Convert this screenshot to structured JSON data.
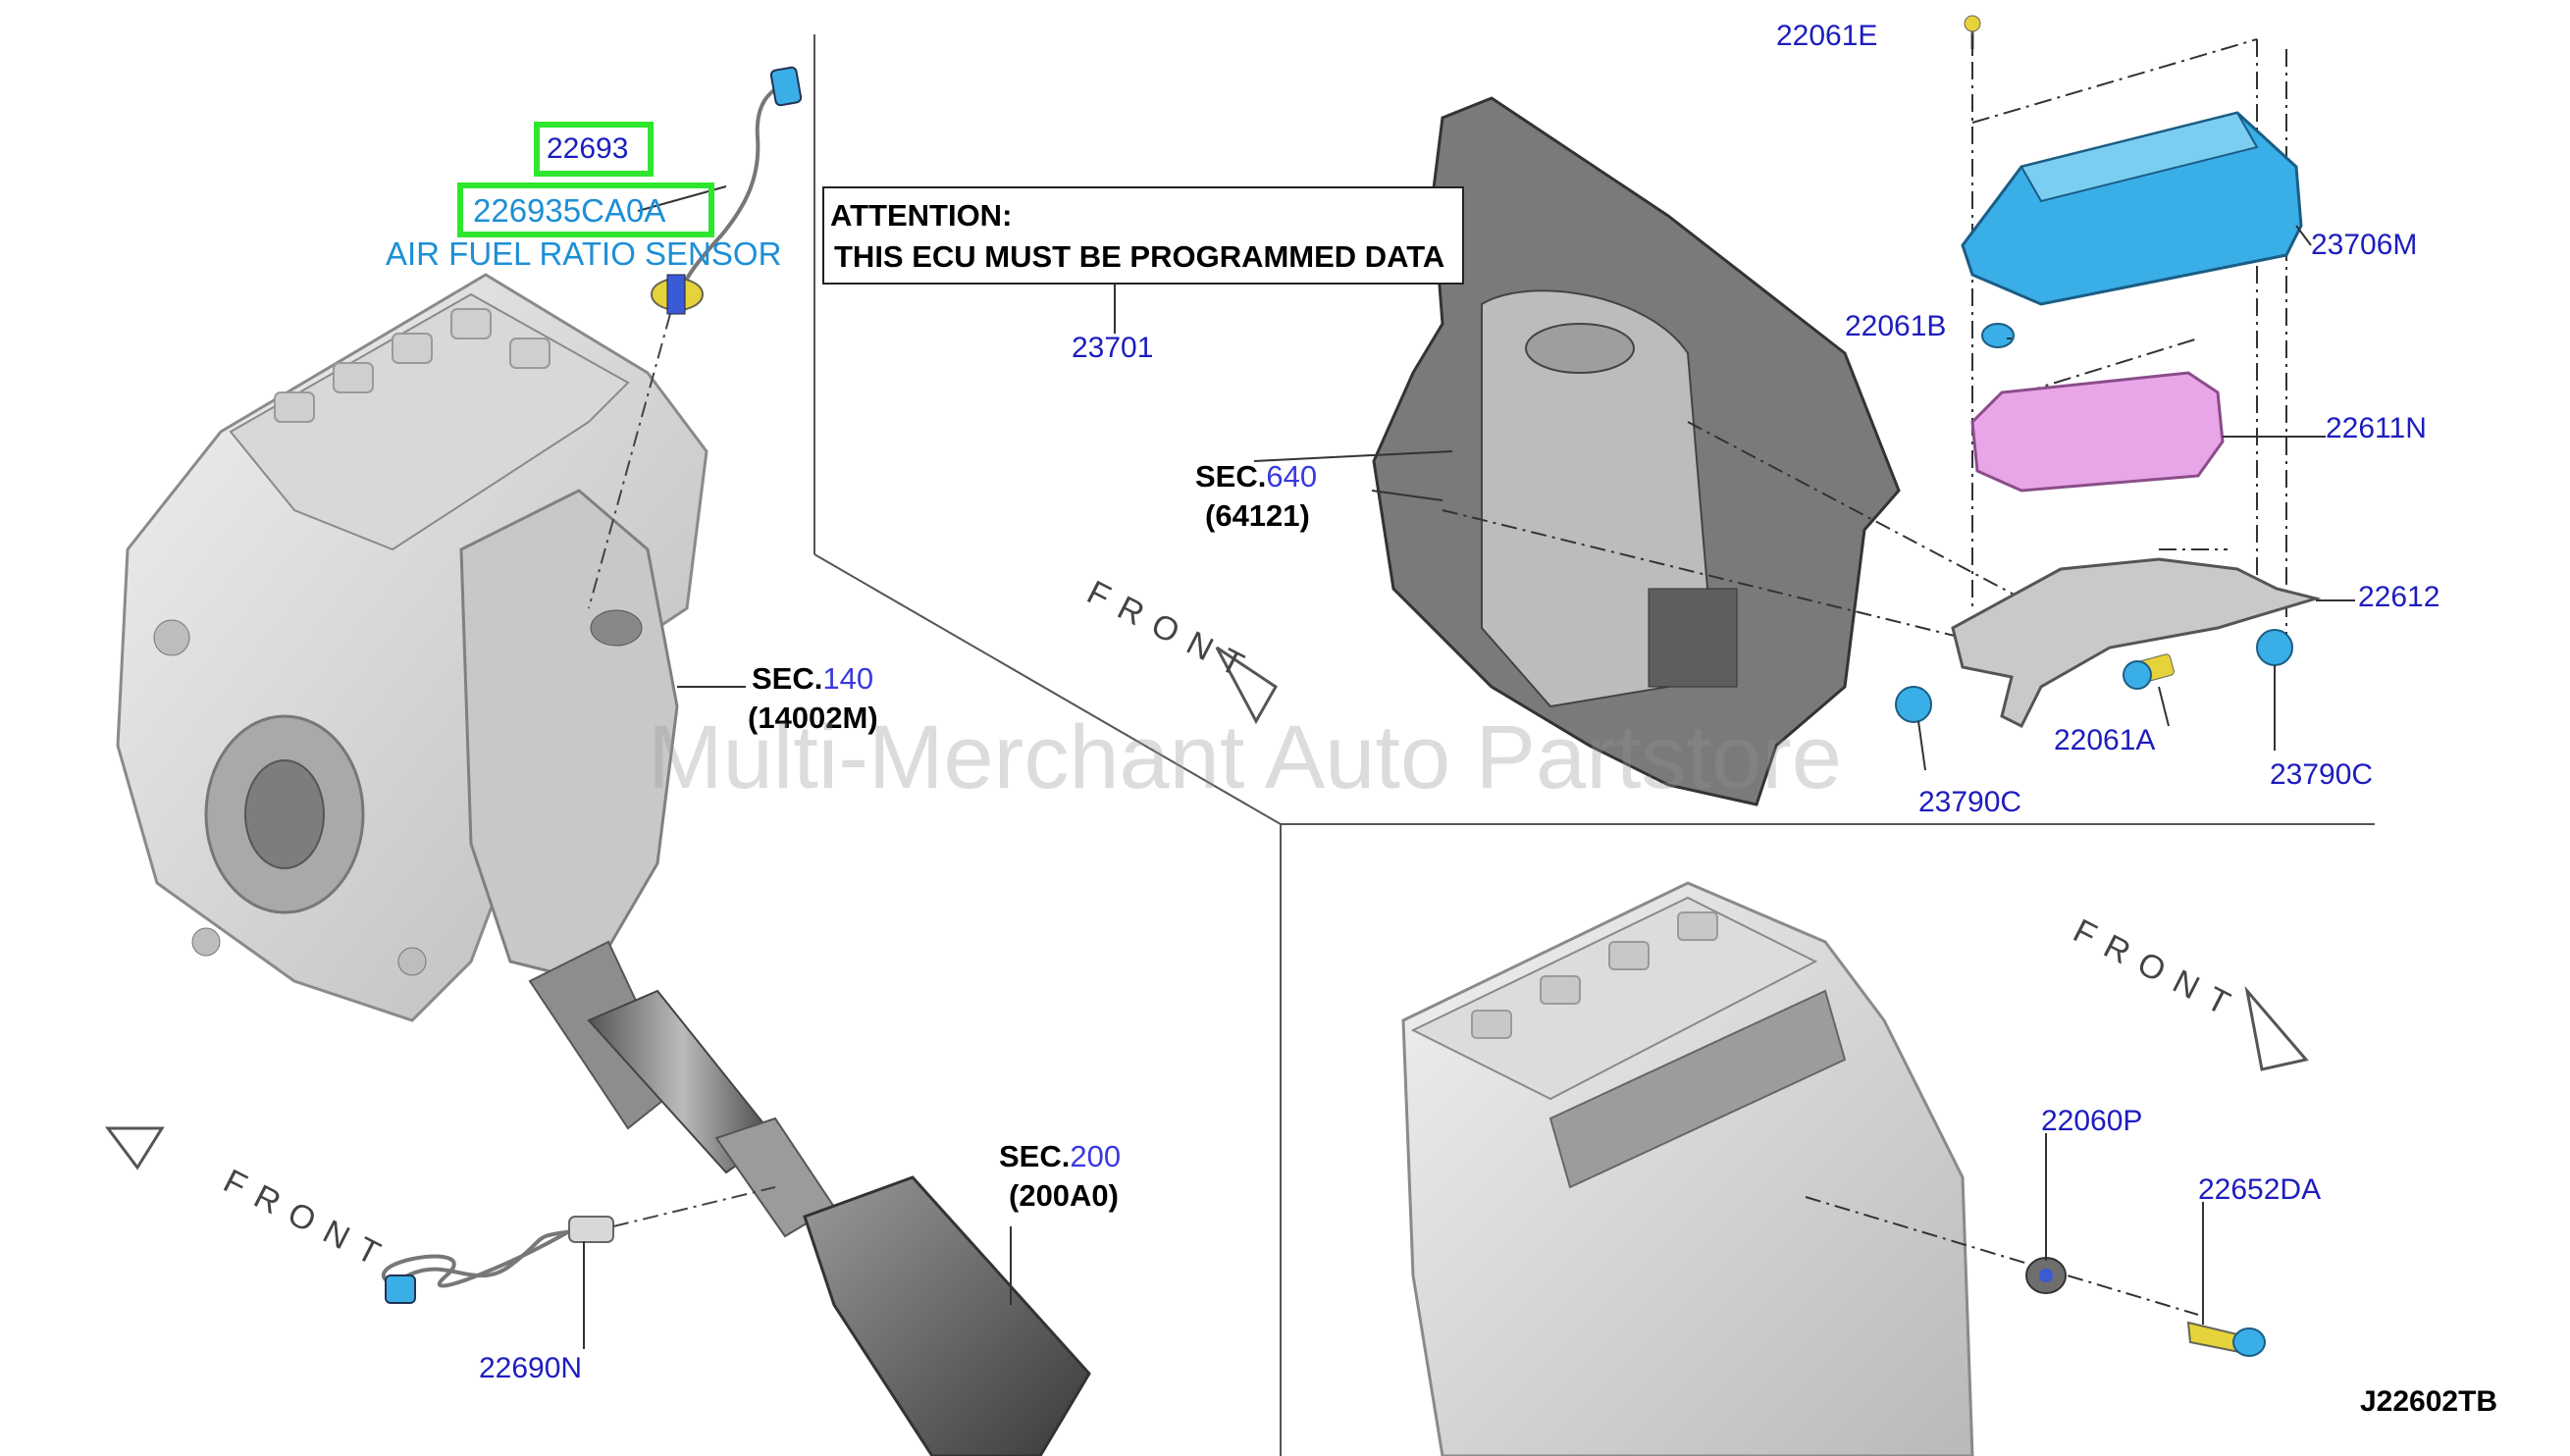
{
  "attention": {
    "line1": "ATTENTION:",
    "line2": "THIS ECU MUST BE PROGRAMMED DATA"
  },
  "highlighted": {
    "part_short": "22693",
    "part_full": "226935CA0A",
    "name": "AIR FUEL RATIO SENSOR"
  },
  "part_numbers": {
    "p22061E": "22061E",
    "p23706M": "23706M",
    "p22061B": "22061B",
    "p22611N": "22611N",
    "p22612": "22612",
    "p22061A": "22061A",
    "p23790C_left": "23790C",
    "p23790C_right": "23790C",
    "p23701": "23701",
    "p22060P": "22060P",
    "p22652DA": "22652DA",
    "p22690N": "22690N"
  },
  "sections": {
    "s640": {
      "prefix": "SEC.",
      "num": "640",
      "sub": "(64121)"
    },
    "s140": {
      "prefix": "SEC.",
      "num": "140",
      "sub": "(14002M)"
    },
    "s200": {
      "prefix": "SEC.",
      "num": "200",
      "sub": "(200A0)"
    }
  },
  "front_label": "FRONT",
  "diagram_code": "J22602TB",
  "watermark": "Multi-Merchant Auto Partstore",
  "colors": {
    "part_number": "#1d1dbf",
    "highlight_box": "#2ee62e",
    "sensor_text": "#1d8fd6",
    "ecu_cover": "#3aaee6",
    "ecu_unit": "#e8a6e8"
  }
}
